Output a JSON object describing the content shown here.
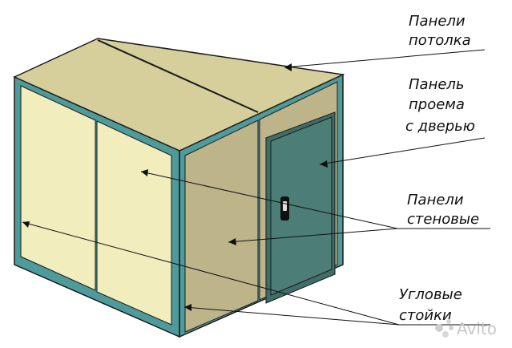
{
  "labels": {
    "ceiling": [
      "Панели",
      "потолка"
    ],
    "door_panel": [
      "Панель",
      "проема",
      "с дверью"
    ],
    "wall": [
      "Панели",
      "стеновые"
    ],
    "corner": [
      "Угловые",
      "стойки"
    ]
  },
  "watermark": "Avito",
  "colors": {
    "roof": "#d6cf9c",
    "front_panel": "#f2edbd",
    "side_panel": "#bdb48a",
    "frame": "#4f9a9a",
    "door": "#4c7d76",
    "outline": "#1a1a1a"
  }
}
